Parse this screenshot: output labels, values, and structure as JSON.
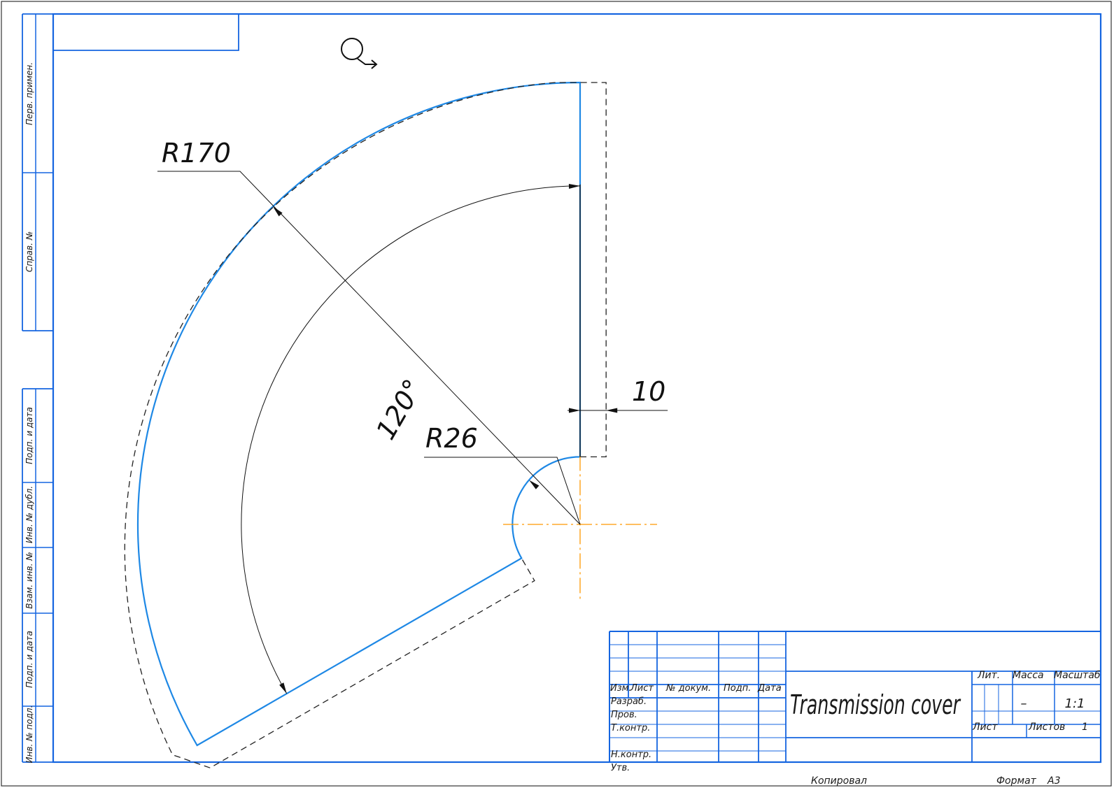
{
  "colors": {
    "frame": "#1565e0",
    "contour": "#1e88e5",
    "dashed": "#222222",
    "dimension": "#111111",
    "axis": "#ff9800",
    "text": "#111111"
  },
  "side_stamp": {
    "labels": [
      "Перв. примен.",
      "Справ. №",
      "Подп. и дата",
      "Инв. № дубл.",
      "Взам. инв. №",
      "Подп. и дата",
      "Инв. № подл."
    ]
  },
  "drawing": {
    "dimensions": {
      "outer_radius": "R170",
      "inner_radius": "R26",
      "angle": "120°",
      "offset": "10"
    },
    "values": {
      "outer_radius": 170,
      "inner_radius": 26,
      "angle_deg": 120,
      "offset": 10
    },
    "sheet_metal_symbol": "sheet-unfold-icon"
  },
  "title_block": {
    "title": "Transmission cover",
    "headers": {
      "izm": "Изм.",
      "list": "Лист",
      "doc_no": "№ докум.",
      "sign": "Подп.",
      "date": "Дата"
    },
    "roles": [
      "Разраб.",
      "Пров.",
      "Т.контр.",
      "",
      "Н.контр.",
      "Утв."
    ],
    "lit_label": "Лит.",
    "mass_label": "Масса",
    "scale_label": "Масштаб",
    "mass_value": "–",
    "scale_value": "1:1",
    "sheet_label": "Лист",
    "sheets_label": "Листов",
    "sheets_value": "1",
    "copied_label": "Копировал",
    "format_label": "Формат",
    "format_value": "A3"
  }
}
